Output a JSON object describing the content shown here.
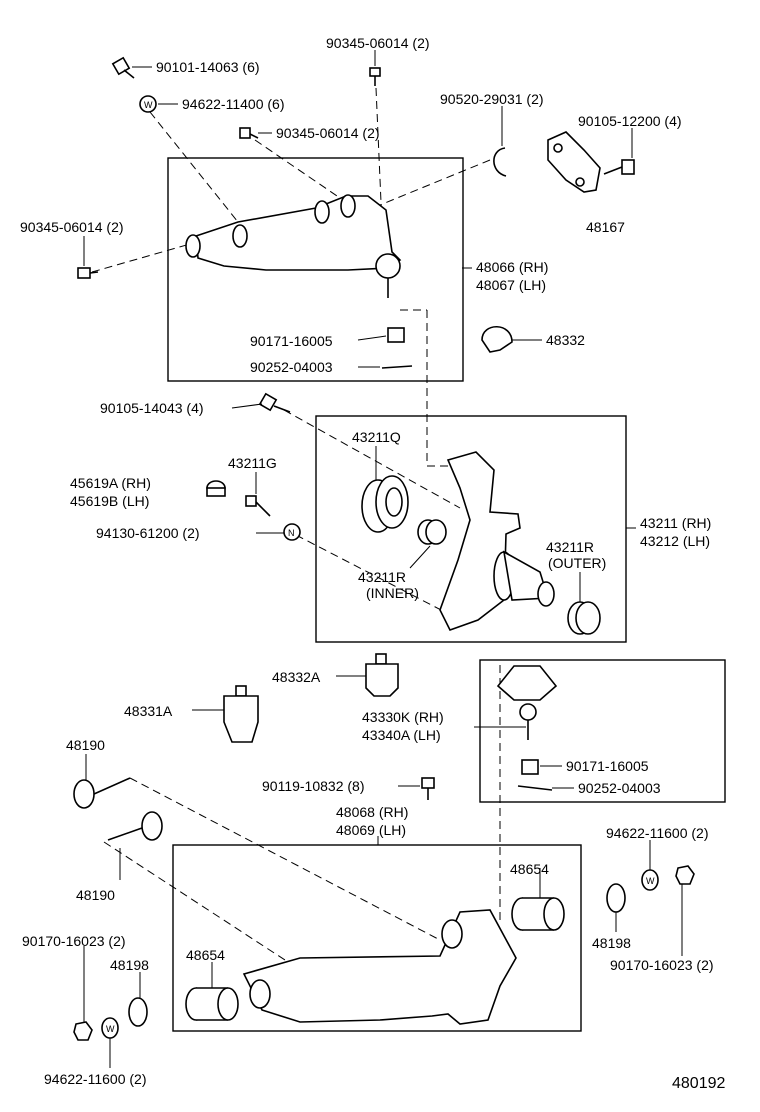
{
  "diagram_id": "480192",
  "part_labels": {
    "p90101_14063": "90101-14063 (6)",
    "p90345_06014_top": "90345-06014 (2)",
    "p94622_11400": "94622-11400 (6)",
    "p90520_29031": "90520-29031 (2)",
    "p90345_06014_mid": "90345-06014 (2)",
    "p90105_12200": "90105-12200 (4)",
    "p48167": "48167",
    "p90345_06014_left": "90345-06014 (2)",
    "p48066": "48066 (RH)",
    "p48067": "48067 (LH)",
    "p90171_16005_top": "90171-16005",
    "p48332": "48332",
    "p90252_04003_top": "90252-04003",
    "p90105_14043": "90105-14043 (4)",
    "p43211Q": "43211Q",
    "p43211G": "43211G",
    "p45619A": "45619A (RH)",
    "p45619B": "45619B (LH)",
    "p43211": "43211 (RH)",
    "p43212": "43212 (LH)",
    "p94130_61200": "94130-61200 (2)",
    "p43211R_outer": "43211R",
    "p43211R_outer_note": "(OUTER)",
    "p43211R_inner": "43211R",
    "p43211R_inner_note": "(INNER)",
    "p48332A": "48332A",
    "p48331A": "48331A",
    "p43330K": "43330K (RH)",
    "p43340A": "43340A (LH)",
    "p48190_top": "48190",
    "p90171_16005_bot": "90171-16005",
    "p90119_10832": "90119-10832 (8)",
    "p90252_04003_bot": "90252-04003",
    "p48068": "48068 (RH)",
    "p48069": "48069 (LH)",
    "p94622_11600_right": "94622-11600 (2)",
    "p48190_bot": "48190",
    "p48654_right": "48654",
    "p48198_right": "48198",
    "p90170_16023_left": "90170-16023 (2)",
    "p90170_16023_right": "90170-16023 (2)",
    "p48654_left": "48654",
    "p48198_left": "48198",
    "p94622_11600_bot": "94622-11600 (2)"
  }
}
